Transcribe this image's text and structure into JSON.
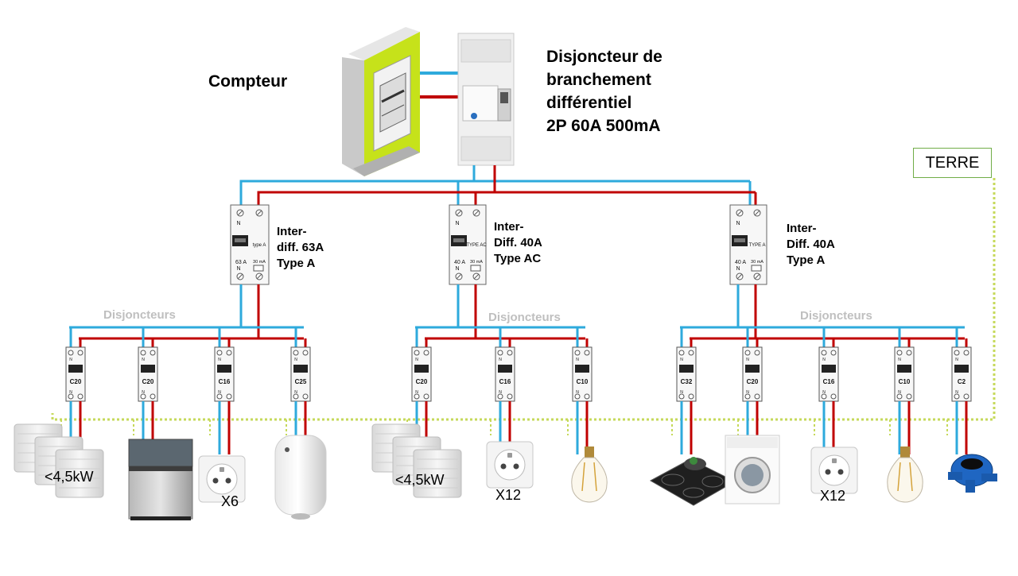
{
  "meter": {
    "label": "Compteur"
  },
  "main_breaker": {
    "lines": [
      "Disjoncteur de",
      "branchement",
      "différentiel",
      "2P 60A 500mA"
    ]
  },
  "earth": {
    "label": "TERRE"
  },
  "colors": {
    "neutral": "#2eaadc",
    "phase": "#c00000",
    "earth": "#c6d95a",
    "meter_body": "#c6e21a"
  },
  "rcds": [
    {
      "lines": [
        "Inter-",
        "diff. 63A",
        "Type A"
      ],
      "face_rating": "63 A",
      "face_type": "type A",
      "face_sens": "30 mA",
      "terminal": "N"
    },
    {
      "lines": [
        "Inter-",
        "Diff. 40A",
        "Type AC"
      ],
      "face_rating": "40 A",
      "face_type": "TYPE AC",
      "face_sens": "30 mA",
      "terminal": "N"
    },
    {
      "lines": [
        "Inter-",
        "Diff. 40A",
        "Type A"
      ],
      "face_rating": "40 A",
      "face_type": "TYPE A",
      "face_sens": "30 mA",
      "terminal": "N"
    }
  ],
  "groups": [
    {
      "label": "Disjoncteurs",
      "breakers": [
        "C20",
        "C20",
        "C16",
        "C25"
      ]
    },
    {
      "label": "Disjoncteurs",
      "breakers": [
        "C20",
        "C16",
        "C10"
      ]
    },
    {
      "label": "Disjoncteurs",
      "breakers": [
        "C32",
        "C20",
        "C16",
        "C10",
        "C2"
      ]
    }
  ],
  "loads": [
    {
      "name": "radiators",
      "text": "<4,5kW"
    },
    {
      "name": "dishwasher",
      "text": ""
    },
    {
      "name": "socket",
      "text": "X6"
    },
    {
      "name": "water-heater",
      "text": ""
    },
    {
      "name": "radiators",
      "text": "<4,5kW"
    },
    {
      "name": "socket",
      "text": "X12"
    },
    {
      "name": "bulb",
      "text": ""
    },
    {
      "name": "hob",
      "text": ""
    },
    {
      "name": "washing-machine",
      "text": ""
    },
    {
      "name": "socket",
      "text": "X12"
    },
    {
      "name": "bulb",
      "text": ""
    },
    {
      "name": "junction-box",
      "text": ""
    }
  ]
}
